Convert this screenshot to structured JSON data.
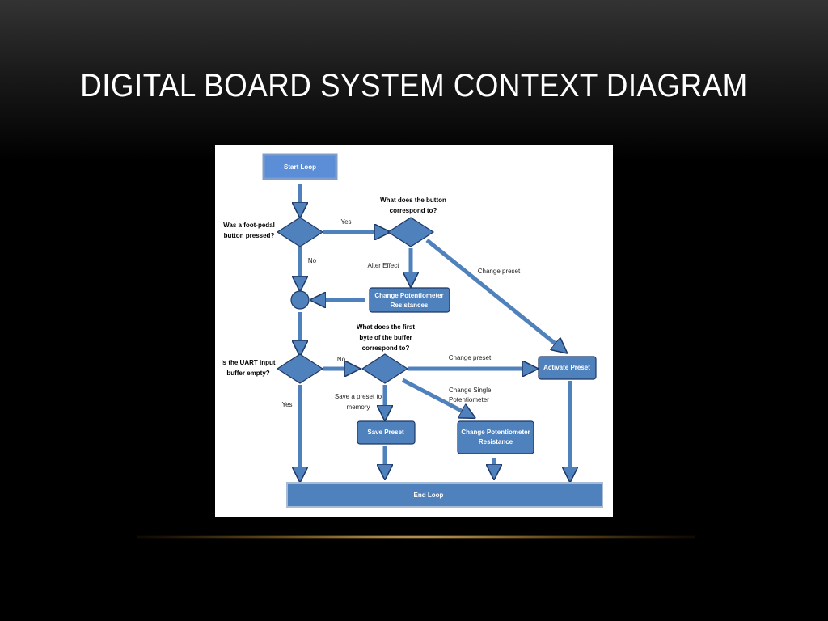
{
  "slide": {
    "title": "DIGITAL BOARD SYSTEM CONTEXT DIAGRAM"
  },
  "colors": {
    "box_fill": "#4f81bd",
    "box_stroke": "#1f3864",
    "start_fill": "#5b8ed6",
    "panel_bg": "#ffffff",
    "title_text": "#ffffff"
  },
  "diagram": {
    "nodes": {
      "start": "Start Loop",
      "footpedal_q": [
        "Was a foot-pedal",
        "button pressed?"
      ],
      "button_q": [
        "What does the button",
        "correspond to?"
      ],
      "change_pot_1": [
        "Change Potentiometer",
        "Resistances"
      ],
      "uart_q": [
        "Is the UART input",
        "buffer empty?"
      ],
      "firstbyte_q": [
        "What does the first",
        "byte of the buffer",
        "correspond to?"
      ],
      "activate": "Activate Preset",
      "save": "Save Preset",
      "change_pot_2": [
        "Change Potentiometer",
        "Resistance"
      ],
      "end": "End Loop"
    },
    "edges": {
      "yes_1": "Yes",
      "no_1": "No",
      "alter_effect": "Alter Effect",
      "change_preset_1": "Change preset",
      "no_2": "No",
      "yes_2": "Yes",
      "change_preset_2": "Change preset",
      "change_single": [
        "Change Single",
        "Potentiometer"
      ],
      "save_memory": [
        "Save a preset to",
        "memory"
      ]
    }
  }
}
